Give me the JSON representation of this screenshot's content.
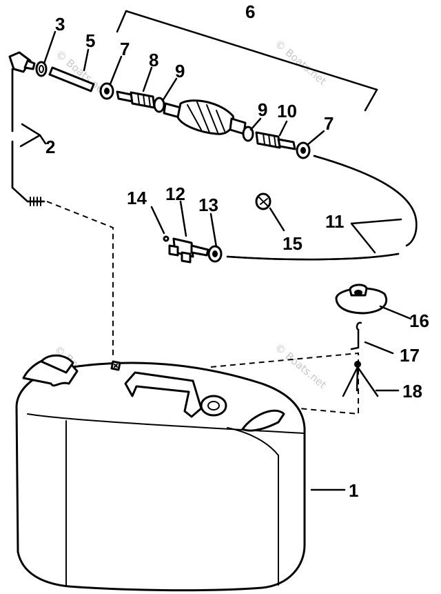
{
  "callouts": [
    "1",
    "2",
    "3",
    "5",
    "6",
    "7",
    "8",
    "9",
    "9",
    "10",
    "7",
    "11",
    "12",
    "13",
    "14",
    "15",
    "16",
    "17",
    "18"
  ],
  "watermarks": [
    "© Boats.net",
    "© Boats.net",
    "© Boats.net",
    "© Boats.net"
  ]
}
